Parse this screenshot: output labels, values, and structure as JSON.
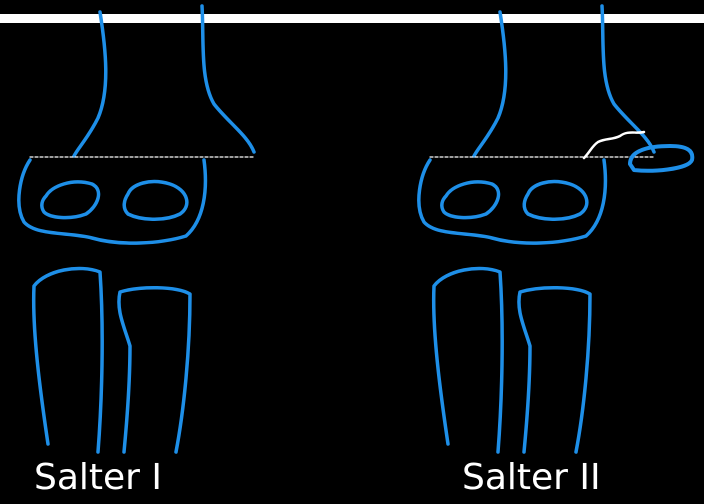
{
  "labels": {
    "left": "Salter I",
    "right": "Salter II"
  },
  "colors": {
    "background": "#000000",
    "bone_outline": "#1e8fe8",
    "fracture_line": "#ffffff",
    "physis_line": "#ffffff",
    "top_rule": "#ffffff"
  },
  "panels": [
    {
      "name": "Salter I",
      "fracture_type": "physeal separation",
      "has_metaphyseal_fragment": false
    },
    {
      "name": "Salter II",
      "fracture_type": "physeal separation with metaphyseal corner",
      "has_metaphyseal_fragment": true
    }
  ]
}
